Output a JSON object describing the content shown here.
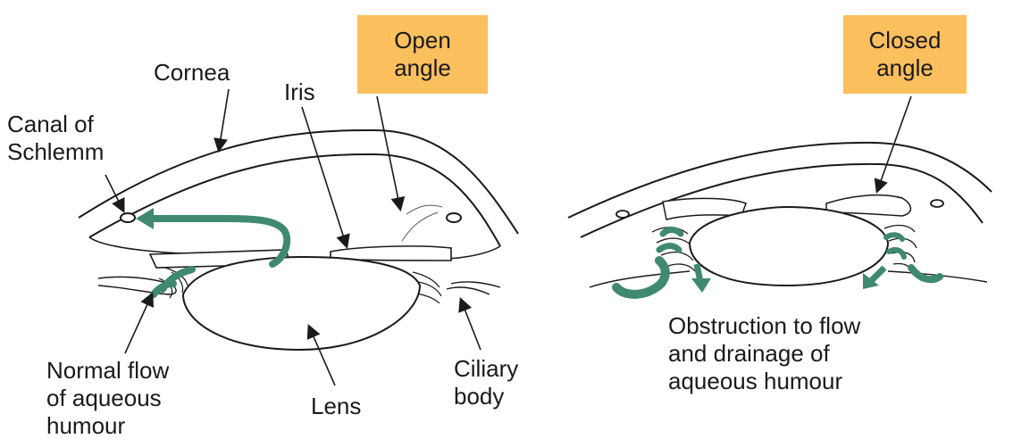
{
  "labels": {
    "canal_of_schlemm": [
      "Canal of",
      "Schlemm"
    ],
    "cornea": "Cornea",
    "iris": "Iris",
    "open_angle": [
      "Open",
      "angle"
    ],
    "closed_angle": [
      "Closed",
      "angle"
    ],
    "normal_flow": [
      "Normal flow",
      "of aqueous",
      "humour"
    ],
    "lens": "Lens",
    "ciliary_body": [
      "Ciliary",
      "body"
    ],
    "obstruction": [
      "Obstruction to flow",
      "and drainage of",
      "aqueous humour"
    ]
  },
  "colors": {
    "tag_fill": "#fbbf5e",
    "flow_arrow": "#3f8a6e",
    "line": "#1a1a1a"
  }
}
